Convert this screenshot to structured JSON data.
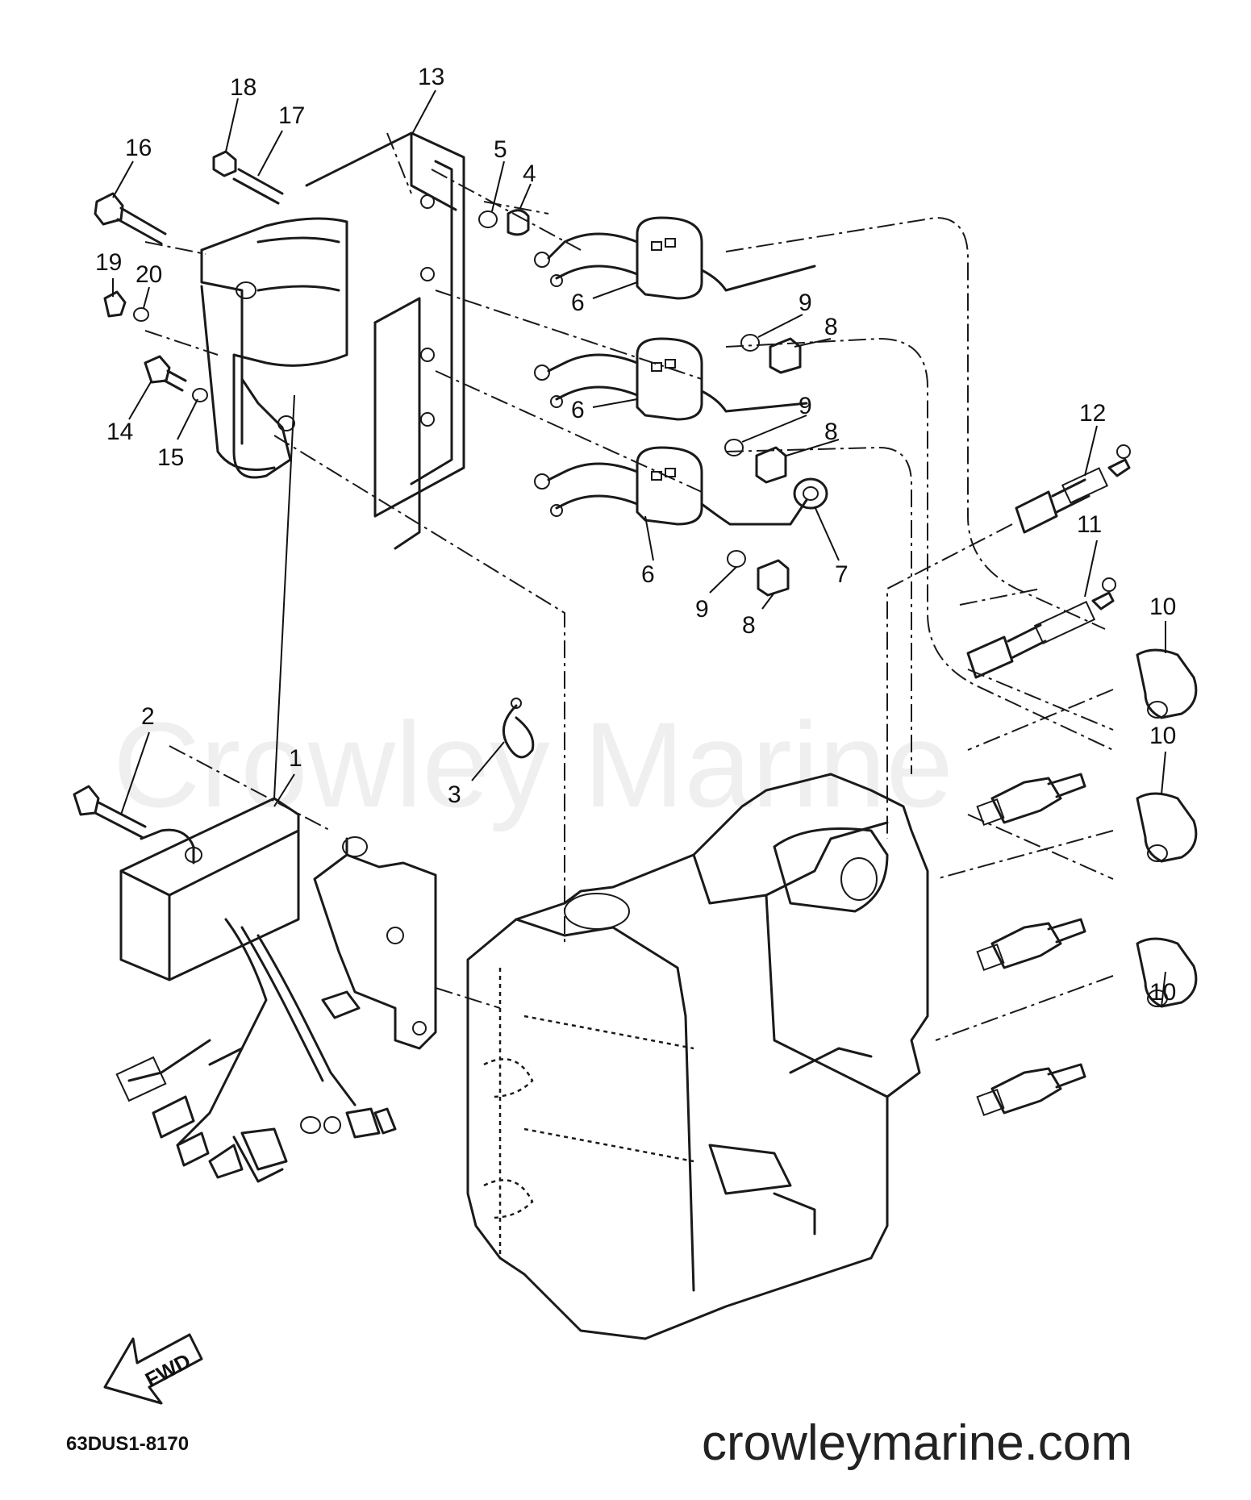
{
  "diagram": {
    "watermark": "Crowley Marine",
    "website": "crowleymarine.com",
    "drawing_code": "63DUS1-8170",
    "direction_label": "FWD",
    "callouts": [
      {
        "id": "c18",
        "label": "18"
      },
      {
        "id": "c17",
        "label": "17"
      },
      {
        "id": "c13",
        "label": "13"
      },
      {
        "id": "c16",
        "label": "16"
      },
      {
        "id": "c5",
        "label": "5"
      },
      {
        "id": "c4",
        "label": "4"
      },
      {
        "id": "c19",
        "label": "19"
      },
      {
        "id": "c20",
        "label": "20"
      },
      {
        "id": "c6a",
        "label": "6"
      },
      {
        "id": "c9a",
        "label": "9"
      },
      {
        "id": "c8a",
        "label": "8"
      },
      {
        "id": "c14",
        "label": "14"
      },
      {
        "id": "c15",
        "label": "15"
      },
      {
        "id": "c6b",
        "label": "6"
      },
      {
        "id": "c9b",
        "label": "9"
      },
      {
        "id": "c8b",
        "label": "8"
      },
      {
        "id": "c12",
        "label": "12"
      },
      {
        "id": "c7",
        "label": "7"
      },
      {
        "id": "c6c",
        "label": "6"
      },
      {
        "id": "c9c",
        "label": "9"
      },
      {
        "id": "c8c",
        "label": "8"
      },
      {
        "id": "c11",
        "label": "11"
      },
      {
        "id": "c10a",
        "label": "10"
      },
      {
        "id": "c2",
        "label": "2"
      },
      {
        "id": "c1",
        "label": "1"
      },
      {
        "id": "c3",
        "label": "3"
      },
      {
        "id": "c10b",
        "label": "10"
      },
      {
        "id": "c10c",
        "label": "10"
      }
    ]
  }
}
